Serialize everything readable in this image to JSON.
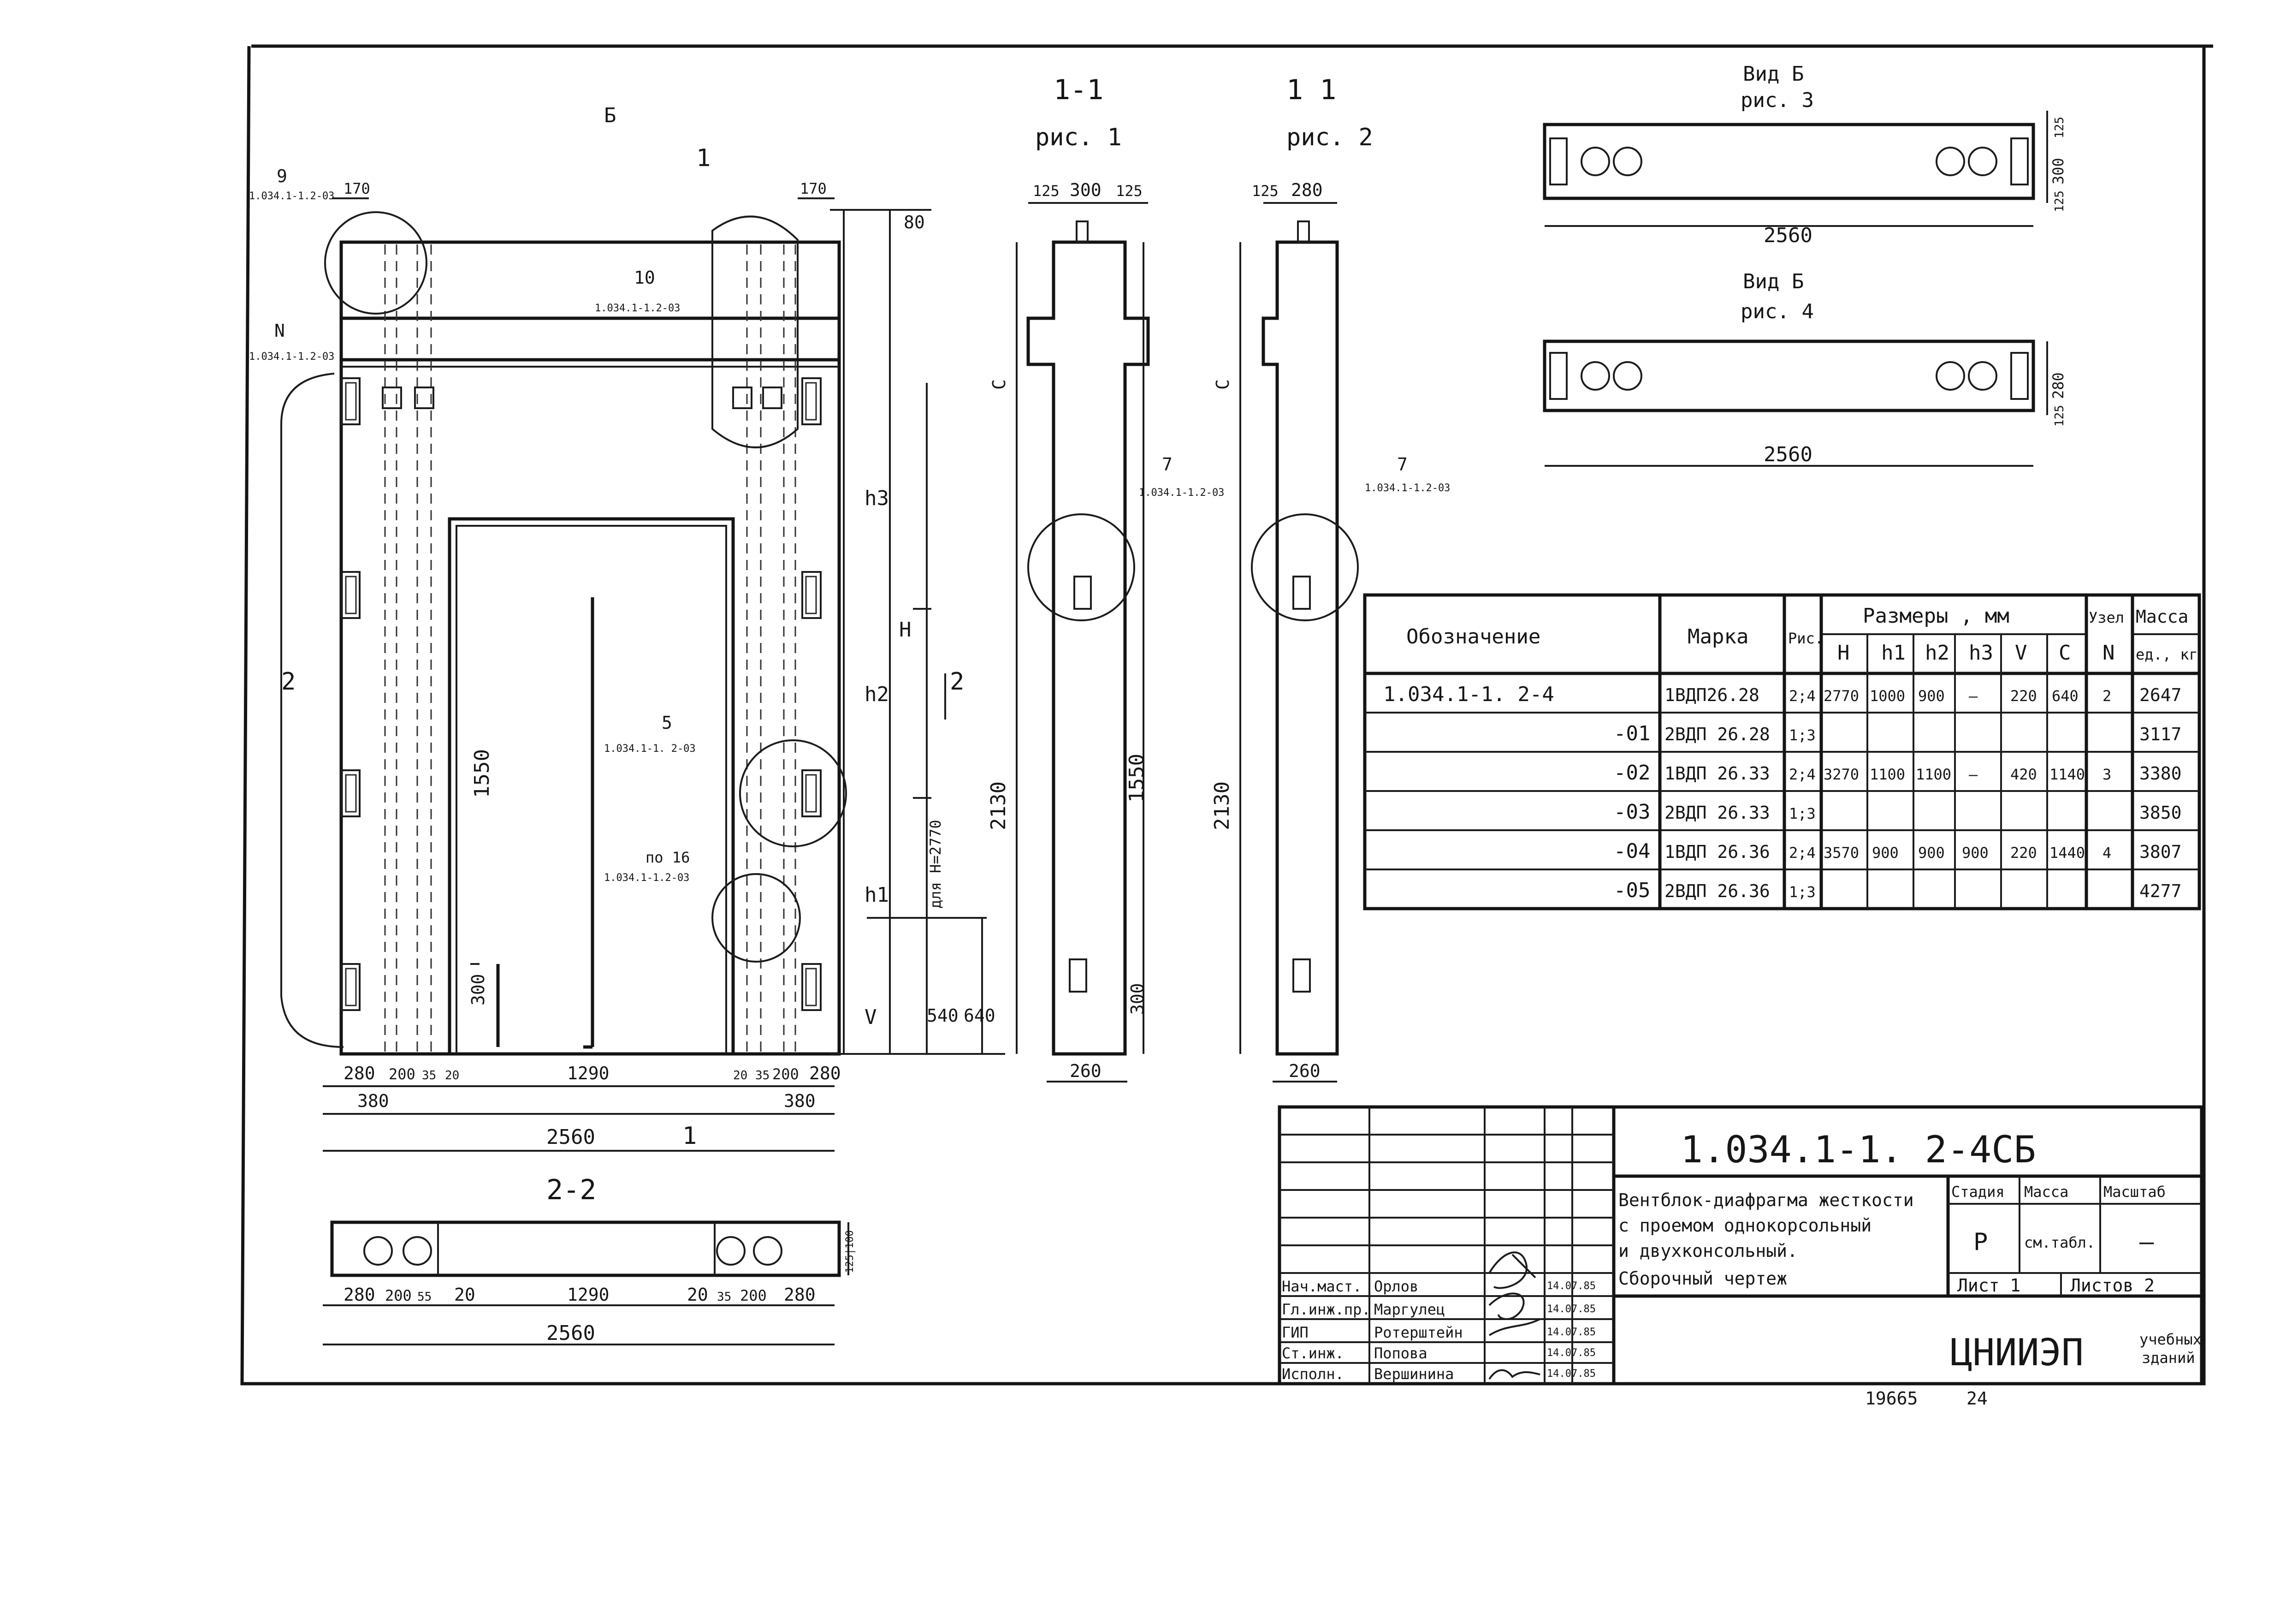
{
  "sections": {
    "b_top": "Б",
    "one_top": "1",
    "one_bottom": "1",
    "two_left": "2",
    "two_right": "2",
    "sec11_a": "1-1",
    "ris1": "рис. 1",
    "sec11_b": "1 1",
    "ris2": "рис. 2",
    "sec22": "2-2",
    "vid_b_3": "Вид Б",
    "ris3": "рис. 3",
    "vid_b_4": "Вид Б",
    "ris4": "рис. 4"
  },
  "callouts": {
    "c9_num": "9",
    "c9_ref": "1.034.1-1.2-03",
    "c10_num": "10",
    "c10_ref": "1.034.1-1.2-03",
    "cN_num": "N",
    "cN_ref": "1.034.1-1.2-03",
    "c5_num": "5",
    "c5_ref": "1.034.1-1. 2-03",
    "c16_num": "по 16",
    "c16_ref": "1.034.1-1.2-03",
    "c7a_num": "7",
    "c7a_ref": "1.034.1-1.2-03",
    "c7b_num": "7",
    "c7b_ref": "1.034.1-1.2-03"
  },
  "dims_front": {
    "top_170_left": "170",
    "top_170_right": "170",
    "d80": "80",
    "h3": "h3",
    "H": "H",
    "h2": "h2",
    "h1": "h1",
    "V": "V",
    "d540": "540",
    "d640": "640",
    "dlya": "для H=2770",
    "d1550": "1550",
    "d300": "300",
    "bot_280a": "280",
    "bot_200a": "200",
    "bot_35a": "35",
    "bot_20a": "20",
    "bot_1290": "1290",
    "bot_20b": "20",
    "bot_35b": "35",
    "bot_200b": "200",
    "bot_280b": "280",
    "d380a": "380",
    "d380b": "380",
    "d2560": "2560"
  },
  "dims_side1": {
    "d125a": "125",
    "d300": "300",
    "d125b": "125",
    "c": "C",
    "d2130": "2130",
    "d1550": "1550",
    "d300b": "300",
    "d260": "260"
  },
  "dims_side2": {
    "d125": "125",
    "d280": "280",
    "c": "C",
    "d2130": "2130",
    "d260": "260"
  },
  "dims_22": {
    "d280a": "280",
    "d200a": "200",
    "d55": "55",
    "d20a": "20",
    "d1290": "1290",
    "d20b": "20",
    "d35": "35",
    "d200b": "200",
    "d280b": "280",
    "d2560": "2560",
    "dh": "125|100"
  },
  "dims_view3": {
    "d300": "300",
    "d125": "125",
    "d125b": "125",
    "d2560": "2560"
  },
  "dims_view4": {
    "d280": "280",
    "d125": "125",
    "d2560": "2560"
  },
  "table": {
    "h_oboz": "Обозначение",
    "h_marka": "Марка",
    "h_ris": "Рис.",
    "h_razm": "Размеры , мм",
    "h_uzel": "Узел",
    "h_massa": "Масса",
    "h_H": "H",
    "h_h1": "h1",
    "h_h2": "h2",
    "h_h3": "h3",
    "h_V": "V",
    "h_C": "C",
    "h_N": "N",
    "h_ed": "ед., кг",
    "rows": [
      {
        "oboz": "1.034.1-1. 2-4",
        "marka": "1ВДП26.28",
        "ris": "2;4",
        "H": "2770",
        "h1": "1000",
        "h2": "900",
        "h3": "—",
        "V": "220",
        "C": "640",
        "N": "2",
        "mass": "2647"
      },
      {
        "oboz": "-01",
        "marka": "2ВДП 26.28",
        "ris": "1;3",
        "H": "",
        "h1": "",
        "h2": "",
        "h3": "",
        "V": "",
        "C": "",
        "N": "",
        "mass": "3117"
      },
      {
        "oboz": "-02",
        "marka": "1ВДП 26.33",
        "ris": "2;4",
        "H": "3270",
        "h1": "1100",
        "h2": "1100",
        "h3": "—",
        "V": "420",
        "C": "1140",
        "N": "3",
        "mass": "3380"
      },
      {
        "oboz": "-03",
        "marka": "2ВДП 26.33",
        "ris": "1;3",
        "H": "",
        "h1": "",
        "h2": "",
        "h3": "",
        "V": "",
        "C": "",
        "N": "",
        "mass": "3850"
      },
      {
        "oboz": "-04",
        "marka": "1ВДП 26.36",
        "ris": "2;4",
        "H": "3570",
        "h1": "900",
        "h2": "900",
        "h3": "900",
        "V": "220",
        "C": "1440",
        "N": "4",
        "mass": "3807"
      },
      {
        "oboz": "-05",
        "marka": "2ВДП 26.36",
        "ris": "1;3",
        "H": "",
        "h1": "",
        "h2": "",
        "h3": "",
        "V": "",
        "C": "",
        "N": "",
        "mass": "4277"
      }
    ]
  },
  "titleblock": {
    "code": "1.034.1-1.   2-4СБ",
    "name1": "Вентблок-диафрагма жесткости",
    "name2": "с проемом однокорсольный",
    "name3": "и двухконсольный.",
    "name4": "Сборочный чертеж",
    "stage_h": "Стадия",
    "mass_h": "Масса",
    "scale_h": "Масштаб",
    "stage": "Р",
    "mass": "см.табл.",
    "scale": "—",
    "sheet": "Лист 1",
    "sheets": "Листов 2",
    "org": "ЦНИИЭП",
    "org_sub1": "учебных",
    "org_sub2": "зданий",
    "people": [
      {
        "role": "Нач.маст.",
        "name": "Орлов",
        "date": "14.07.85"
      },
      {
        "role": "Гл.инж.пр.",
        "name": "Маргулец",
        "date": "14.07.85"
      },
      {
        "role": "ГИП",
        "name": "Ротерштейн",
        "date": "14.07.85"
      },
      {
        "role": "Ст.инж.",
        "name": "Попова",
        "date": "14.07.85"
      },
      {
        "role": "Исполн.",
        "name": "Вершинина",
        "date": "14.07.85"
      }
    ]
  },
  "footer": {
    "inv": "19665",
    "page": "24"
  }
}
